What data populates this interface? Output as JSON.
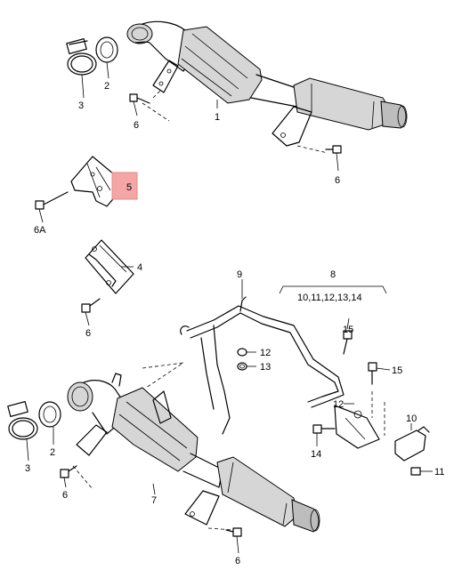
{
  "labels": {
    "p1": "1",
    "p2_top": "2",
    "p3_top": "3",
    "p4": "4",
    "p5": "5",
    "p6_top_a": "6",
    "p6_top_b": "6",
    "p6a": "6A",
    "p6_mid": "6",
    "p6_left": "6",
    "p6_bottom": "6",
    "p7": "7",
    "p8": "8",
    "p8_group": "10,11,12,13,14",
    "p9": "9",
    "p10": "10",
    "p11": "11",
    "p12_a": "12",
    "p12_b": "12",
    "p13": "13",
    "p14": "14",
    "p15_a": "15",
    "p15_b": "15",
    "p2_bottom": "2",
    "p3_bottom": "3"
  },
  "highlight_color": "#f4a6a6"
}
